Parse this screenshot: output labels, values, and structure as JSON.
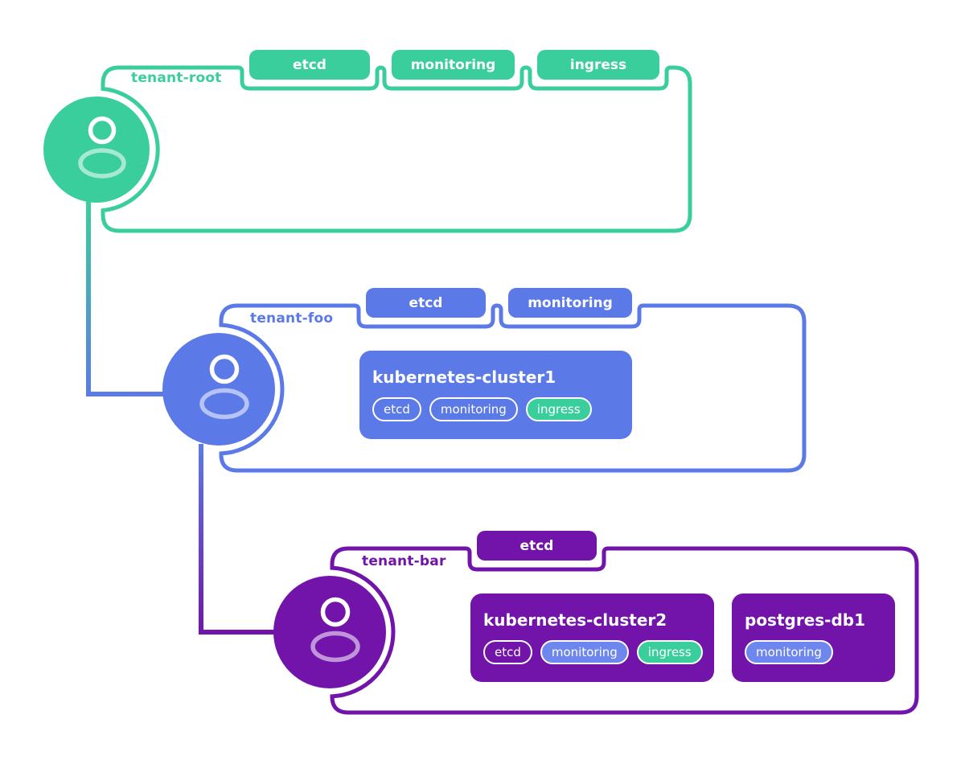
{
  "title": "tenant hierarchy diagram",
  "colors": {
    "green": "#3BCE9D",
    "blue": "#5B7AE8",
    "blue_light": "#6E87EE",
    "purple": "#7213AA",
    "white": "#FFFFFF"
  },
  "tenants": [
    {
      "name": "tenant-root",
      "color": "#3BCE9D",
      "top_pills": [
        "etcd",
        "monitoring",
        "ingress"
      ],
      "children": []
    },
    {
      "name": "tenant-foo",
      "color": "#5B7AE8",
      "top_pills": [
        "etcd",
        "monitoring"
      ],
      "children": [
        {
          "title": "kubernetes-cluster1",
          "pills": [
            {
              "label": "etcd",
              "style": "outline"
            },
            {
              "label": "monitoring",
              "style": "outline"
            },
            {
              "label": "ingress",
              "style": "green-fill"
            }
          ]
        }
      ]
    },
    {
      "name": "tenant-bar",
      "color": "#7213AA",
      "top_pills": [
        "etcd"
      ],
      "children": [
        {
          "title": "kubernetes-cluster2",
          "pills": [
            {
              "label": "etcd",
              "style": "outline"
            },
            {
              "label": "monitoring",
              "style": "blue-fill"
            },
            {
              "label": "ingress",
              "style": "green-fill"
            }
          ]
        },
        {
          "title": "postgres-db1",
          "pills": [
            {
              "label": "monitoring",
              "style": "blue-fill"
            }
          ]
        }
      ]
    }
  ],
  "icons": {
    "avatar": "person-icon"
  }
}
